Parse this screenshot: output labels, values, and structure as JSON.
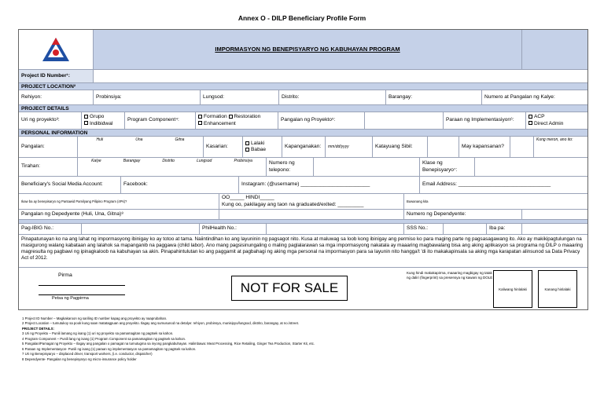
{
  "annex_title": "Annex O - DILP Beneficiary Profile Form",
  "program_title": "IMPORMASYON NG BENEPISYARYO NG KABUHAYAN PROGRAM",
  "project_id_label": "Project ID Number¹:",
  "sections": {
    "location": "PROJECT LOCATION²",
    "details": "PROJECT DETAILS",
    "personal": "PERSONAL INFORMATION"
  },
  "location": {
    "rehiyon": "Rehiyon:",
    "probinsiya": "Probinsiya:",
    "lungsod": "Lungsod:",
    "distrito": "Distrito:",
    "barangay": "Barangay:",
    "numero_pangalan": "Numero at Pangalan ng Kalye:"
  },
  "details": {
    "uri": "Uri ng proyekto³:",
    "grupo": "Grupo",
    "indibidwal": "Indibidwal",
    "program_component": "Program Component⁴:",
    "formation": "Formation",
    "restoration": "Restoration",
    "enhancement": "Enhancement",
    "pangalan_proyekto": "Pangalan ng Proyekto⁵:",
    "paraan": "Paraan ng Implementasiyon⁶:",
    "acp": "ACP",
    "direct_admin": "Direct Admin"
  },
  "personal": {
    "pangalan": "Pangalan:",
    "huli": "Huli",
    "una": "Una",
    "gitna": "Gitna",
    "kasarian": "Kasarian:",
    "lalaki": "Lalaki",
    "babae": "Babae",
    "kapanganakan": "Kapanganakan:",
    "date_fmt": "mm/dd/yyyy",
    "katayuang_sibil": "Katayuang Sibil:",
    "may_kapansanan": "May kapansanan?",
    "kung_meron": "Kung meron, ano ito:",
    "tirahan": "Tirahan:",
    "kalye": "Kalye",
    "barangay": "Barangay",
    "distrito": "Distrito",
    "lungsod": "Lungsod",
    "probinsiya": "Probinsiya",
    "numero_telepono": "Numero ng telepono:",
    "klase_benepisyaryo": "Klase ng Benepisyaryo⁷:",
    "social_media": "Beneficiary's Social Media Account:",
    "facebook": "Facebook:",
    "instagram": "Instagram: (@username) ________________________",
    "email": "Email Address: ________________________________",
    "pantawid": "Ikaw ba ay benepisaryo ng Pantawid Pamilyang Pilipino Program (4Ps)?",
    "oo_hindi": "OO_____ HINDI_____",
    "kung_oo": "Kung oo, pakilagay ang taon na graduated/exited: _________",
    "buwanang_kita": "Buwanang kita",
    "dependents": "Pangalan ng Depedyente (Huli, Una, Gitna)⁸",
    "numero_dependyente": "Numero ng Dependyente:",
    "pagibig": "Pag-IBIG No.:",
    "philhealth": "PhilHealth No.:",
    "sss": "SSS No.:",
    "iba_pa": "Iba pa:"
  },
  "consent": "Pinapatunayan ko na ang lahat ng impormasyong ibinigay ko ay totoo at tama. Naiintindihan ko ang layuninin ng pagsagot nito. Kusa at maluwag sa loob kong ibinigay ang permiso ko para maging parte ng pagsasagawang ito. Ako ay makikipagtulungan na masigurong walang kabataan ang lalahok sa mapanganib na paggawa (child labor). Ano mang pagsisinungaling o maling paglalarawan sa mga impormasyong nakatala ay maaaring magbawalang bisa ang aking aplikasyon sa programa ng DILP o maaaring magresulta ng pagbawi ng ipinagkaloob na kabuhayan sa akin. Pinapahintulutan ko ang paggamit at pagbahagi ng aking mga personal na impormasyon para sa layunin nito hangga't 'di ito makakapinsala sa aking mga karapatan alinsunod sa Data Privacy Act of 2012.",
  "signature": {
    "pirma": "Pirma",
    "petsa": "Petsa ng Pagpirma",
    "not_for_sale": "NOT FOR SALE",
    "thumb_note": "Kung hindi makakapirma, maaaring magbigay ng tatak ng daliri (fingerprint) sa presensya ng kawani ng DOLE",
    "kaliwang": "Kaliwang hinlalaki",
    "kanang": "Kanang hinlalaki"
  },
  "footnotes": [
    "1 Project ID Number – Magkakaroon ng sariling ID number kapag ang proyekto ay naaprubahan.",
    "2 Project Location – tumutukoy sa pook kung saan matatagpuan ang proyekto. Ilagay ang sumusunod na detalye: rehiyon, probinsya, munisipyo/lungsod, distrito, barangay, at no./street.",
    "PROJECT DETAILS:",
    "3 Uri ng Proyekto – Punili lamang ng isang (1) uri ng proyekto sa pamamagitan ng pagtsek sa kahon.",
    "4 Program Component – Punili lang ng isang (1) Program Component sa pamamagitan ng pagtsek sa kahon.",
    "5 Pangalan/Pamagat ng Proyekto – Ilagay ang pangalan o pamagat na tumutugma sa inyong pangkabuhayan. Halimbawa: Meat Processing, Rice Retailing, Ginger Tea Production, Starter Kit, etc.",
    "6 Paraan ng Implementasyon- Punili ng isang (1) paraan ng implementasyon sa pamamagitan ng pagtsek sa kahon.",
    "7 Uri ng Benepisyaryo – displaced driver, transport workers, (i.e. conductor, dispatcher)",
    "8 Dependyente- Pangalan ng benepisyaryo ng micro-insurance policy holder"
  ],
  "colors": {
    "header_blue": "#c5d1e8",
    "logo_blue": "#1f4fa3",
    "logo_red": "#d32027"
  }
}
